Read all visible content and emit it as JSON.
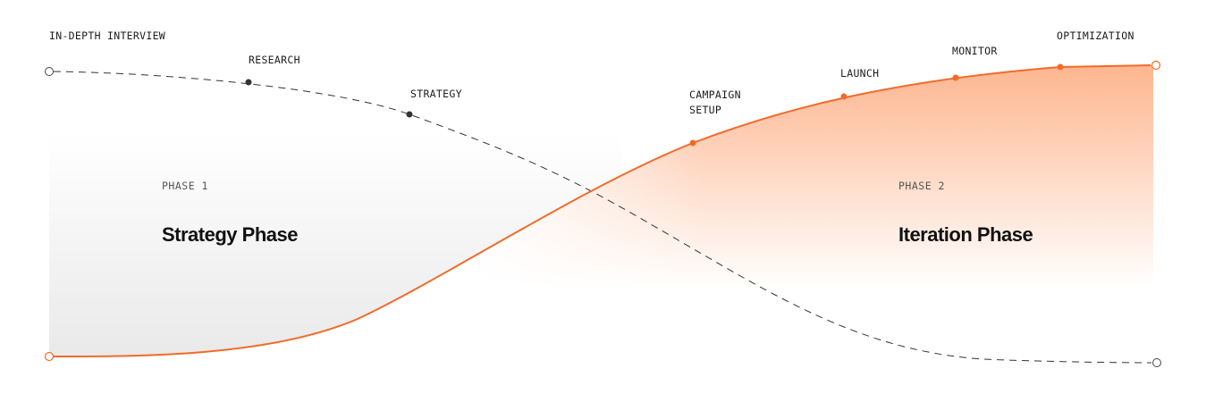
{
  "colors": {
    "accent": "#f26b2a",
    "dash": "#333333",
    "gray_fill": "#ebebeb",
    "orange_fill": "#fdb58e"
  },
  "milestones": {
    "interview": "IN-DEPTH INTERVIEW",
    "research": "RESEARCH",
    "strategy": "STRATEGY",
    "campaign_1": "CAMPAIGN",
    "campaign_2": "SETUP",
    "launch": "LAUNCH",
    "monitor": "MONITOR",
    "optimization": "OPTIMIZATION"
  },
  "phases": [
    {
      "label": "PHASE 1",
      "title": "Strategy Phase"
    },
    {
      "label": "PHASE 2",
      "title": "Iteration Phase"
    }
  ]
}
